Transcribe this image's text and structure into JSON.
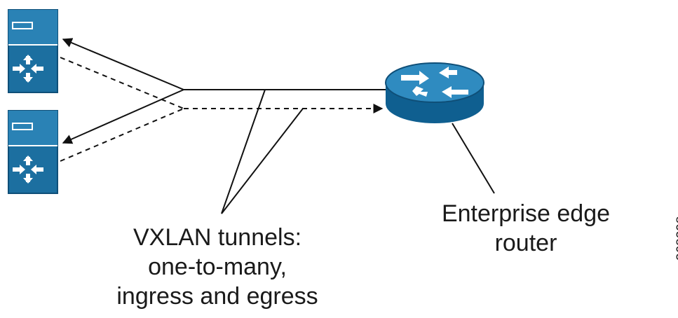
{
  "labels": {
    "tunnels": [
      "VXLAN tunnels:",
      "one-to-many,",
      "ingress and egress"
    ],
    "router": [
      "Enterprise edge",
      "router"
    ],
    "figure_id": "368298"
  },
  "colors": {
    "device_blue": "#1c6fa0",
    "device_dark": "#0f4f78",
    "device_light": "#3a95c6",
    "line": "#111111"
  },
  "icons": [
    "switch-device-icon",
    "router-icon",
    "arrow-head-icon"
  ]
}
